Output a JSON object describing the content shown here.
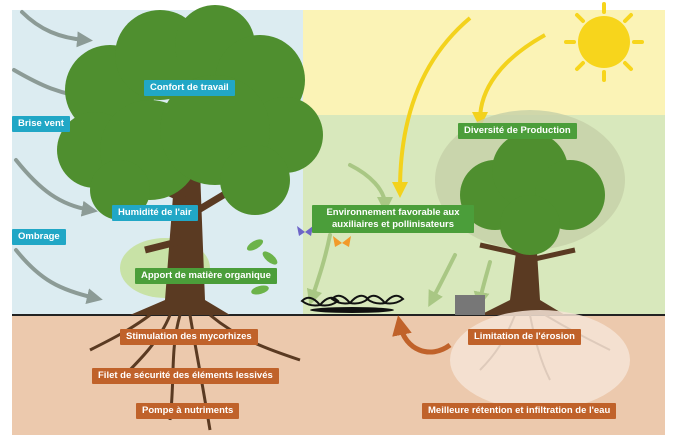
{
  "labels": {
    "confort": "Confort de travail",
    "brise_vent": "Brise vent",
    "diversite": "Diversité de Production",
    "humidite": "Humidité de l'air",
    "environnement": "Environnement favorable aux auxiliaires et pollinisateurs",
    "ombrage": "Ombrage",
    "matiere": "Apport de matière organique",
    "mycorhizes": "Stimulation des mycorhizes",
    "erosion": "Limitation de l'érosion",
    "filet": "Filet de sécurité des éléments lessivés",
    "pompe": "Pompe à nutriments",
    "retention": "Meilleure rétention et infiltration de l'eau"
  },
  "colors": {
    "sky": "#dcecf1",
    "sun_zone": "#fbf3b6",
    "field": "#d8e8bc",
    "soil": "#ecc9ad",
    "label_teal": "#21a7c6",
    "label_green": "#4b9e3a",
    "label_brown": "#c0622a",
    "tree_green": "#4f8f2f",
    "trunk": "#5a3a22",
    "sun": "#f7d51c"
  },
  "icons": [
    "sun-icon",
    "wind-arrow-icon",
    "butterfly-icon",
    "seedling-icon",
    "leaf-icon"
  ]
}
